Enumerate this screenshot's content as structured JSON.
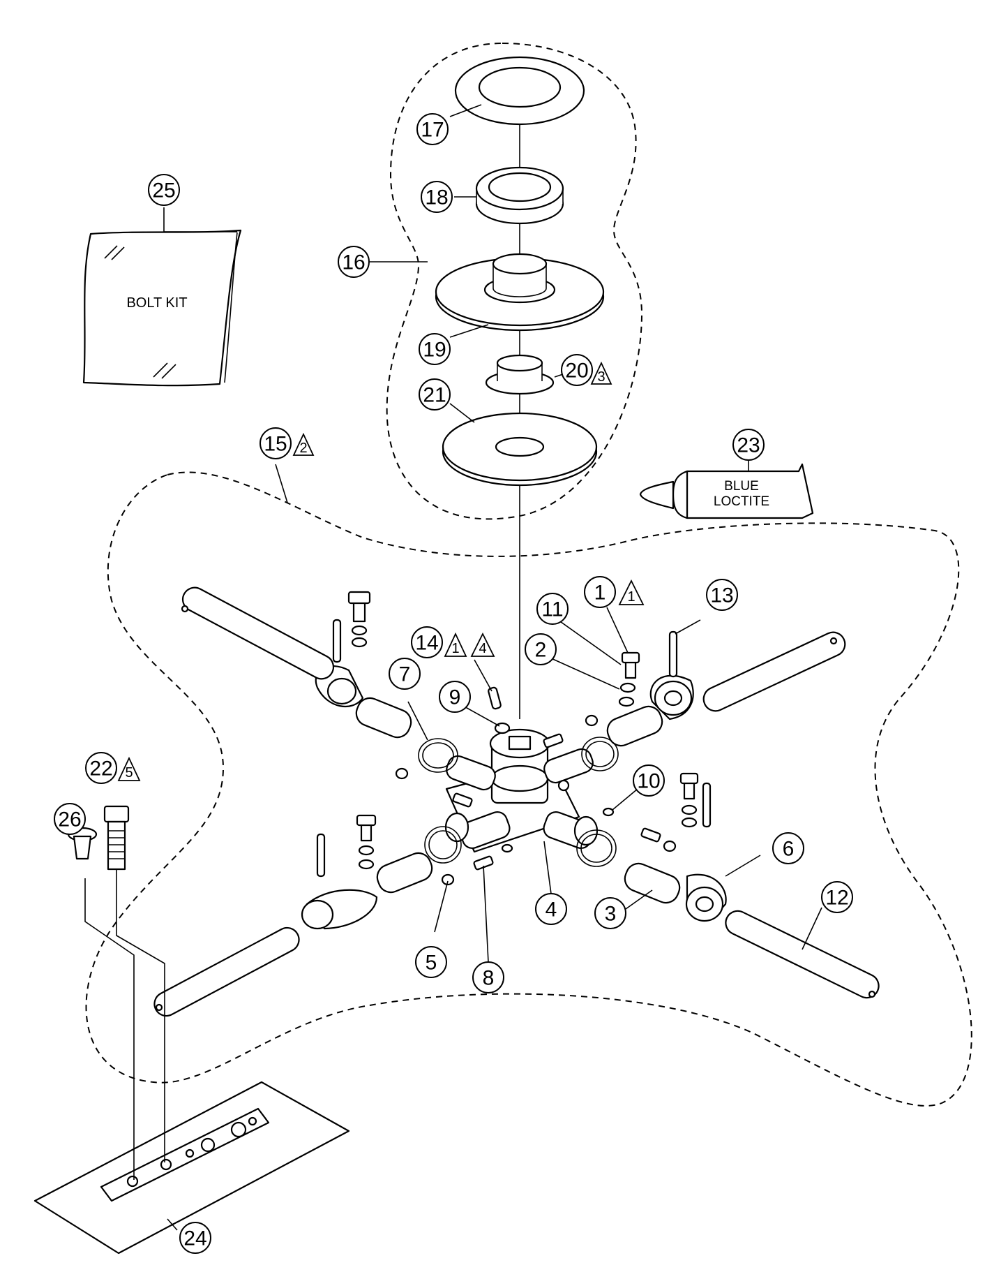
{
  "labels": {
    "bolt_kit": "BOLT KIT",
    "loctite_line1": "BLUE",
    "loctite_line2": "LOCTITE"
  },
  "callouts": [
    {
      "num": "1",
      "note": "1"
    },
    {
      "num": "2",
      "note": ""
    },
    {
      "num": "3",
      "note": ""
    },
    {
      "num": "4",
      "note": ""
    },
    {
      "num": "5",
      "note": ""
    },
    {
      "num": "6",
      "note": ""
    },
    {
      "num": "7",
      "note": ""
    },
    {
      "num": "8",
      "note": ""
    },
    {
      "num": "9",
      "note": ""
    },
    {
      "num": "10",
      "note": ""
    },
    {
      "num": "11",
      "note": ""
    },
    {
      "num": "12",
      "note": ""
    },
    {
      "num": "13",
      "note": ""
    },
    {
      "num": "14",
      "note": "1",
      "note2": "4"
    },
    {
      "num": "15",
      "note": "2"
    },
    {
      "num": "16",
      "note": ""
    },
    {
      "num": "17",
      "note": ""
    },
    {
      "num": "18",
      "note": ""
    },
    {
      "num": "19",
      "note": ""
    },
    {
      "num": "20",
      "note": "3"
    },
    {
      "num": "21",
      "note": ""
    },
    {
      "num": "22",
      "note": "5"
    },
    {
      "num": "23",
      "note": ""
    },
    {
      "num": "24",
      "note": ""
    },
    {
      "num": "25",
      "note": ""
    },
    {
      "num": "26",
      "note": ""
    }
  ]
}
